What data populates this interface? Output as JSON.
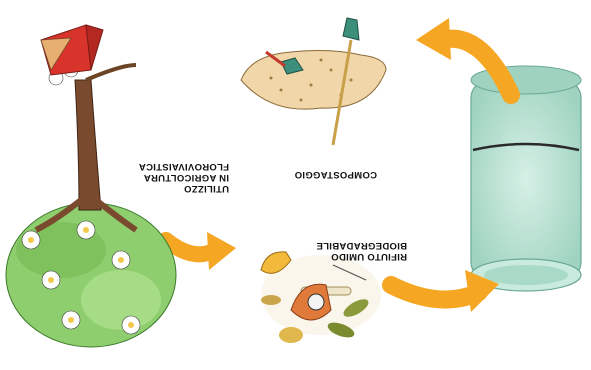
{
  "labels": {
    "compost": "COMPOSTAGGIO",
    "waste_line1": "RIFIUTO UMIDO",
    "waste_line2": "BIODEGRADABILE",
    "use_line1": "UTILIZZO",
    "use_line2": "IN AGRICOLTURA",
    "use_line3": "FLOROVIVAISTICA"
  },
  "colors": {
    "arrow": "#f5a623",
    "bin": "#bfe6d8",
    "tree_foliage": "#8fce6e",
    "trunk": "#7a4a2e",
    "roof": "#d9342b",
    "soil": "#f0d6a8"
  }
}
